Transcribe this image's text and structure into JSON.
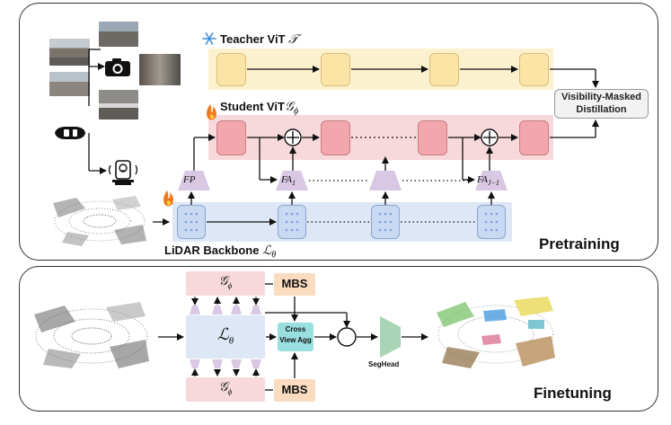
{
  "teacher": {
    "label": "Teacher ViT",
    "symbol": "𝒯"
  },
  "student": {
    "label": "Student ViT",
    "symbol": "𝒢",
    "sub": "ϕ"
  },
  "distill": {
    "line1": "Visibility-Masked",
    "line2": "Distillation"
  },
  "backbone": {
    "label": "LiDAR Backbone",
    "symbol": "ℒ",
    "sub": "θ"
  },
  "adapters": {
    "fp": "FP",
    "fa1": "FA",
    "fa1_sub": "1",
    "faj": "FA",
    "faj_sub": "J−1"
  },
  "pretraining": "Pretraining",
  "finetuning": "Finetuning",
  "ft": {
    "g_symbol": "𝒢",
    "g_sub": "ϕ",
    "l_symbol": "ℒ",
    "l_sub": "θ",
    "mbs": "MBS",
    "cross_line1": "Cross",
    "cross_line2": "View Agg",
    "concat": "||",
    "seghead": "SegHead"
  },
  "colors": {
    "teacher_band": "#fbf1cf",
    "teacher_block": "#fbe4a6",
    "student_band": "#f8d9db",
    "student_block": "#f2a7ad",
    "backbone_band": "#dde7f6",
    "backbone_block": "#c9d9f2",
    "adapter": "#d8c8e3",
    "mbs": "#fcdcc0",
    "cross": "#9adfe0",
    "seghead": "#a9d4b5"
  }
}
